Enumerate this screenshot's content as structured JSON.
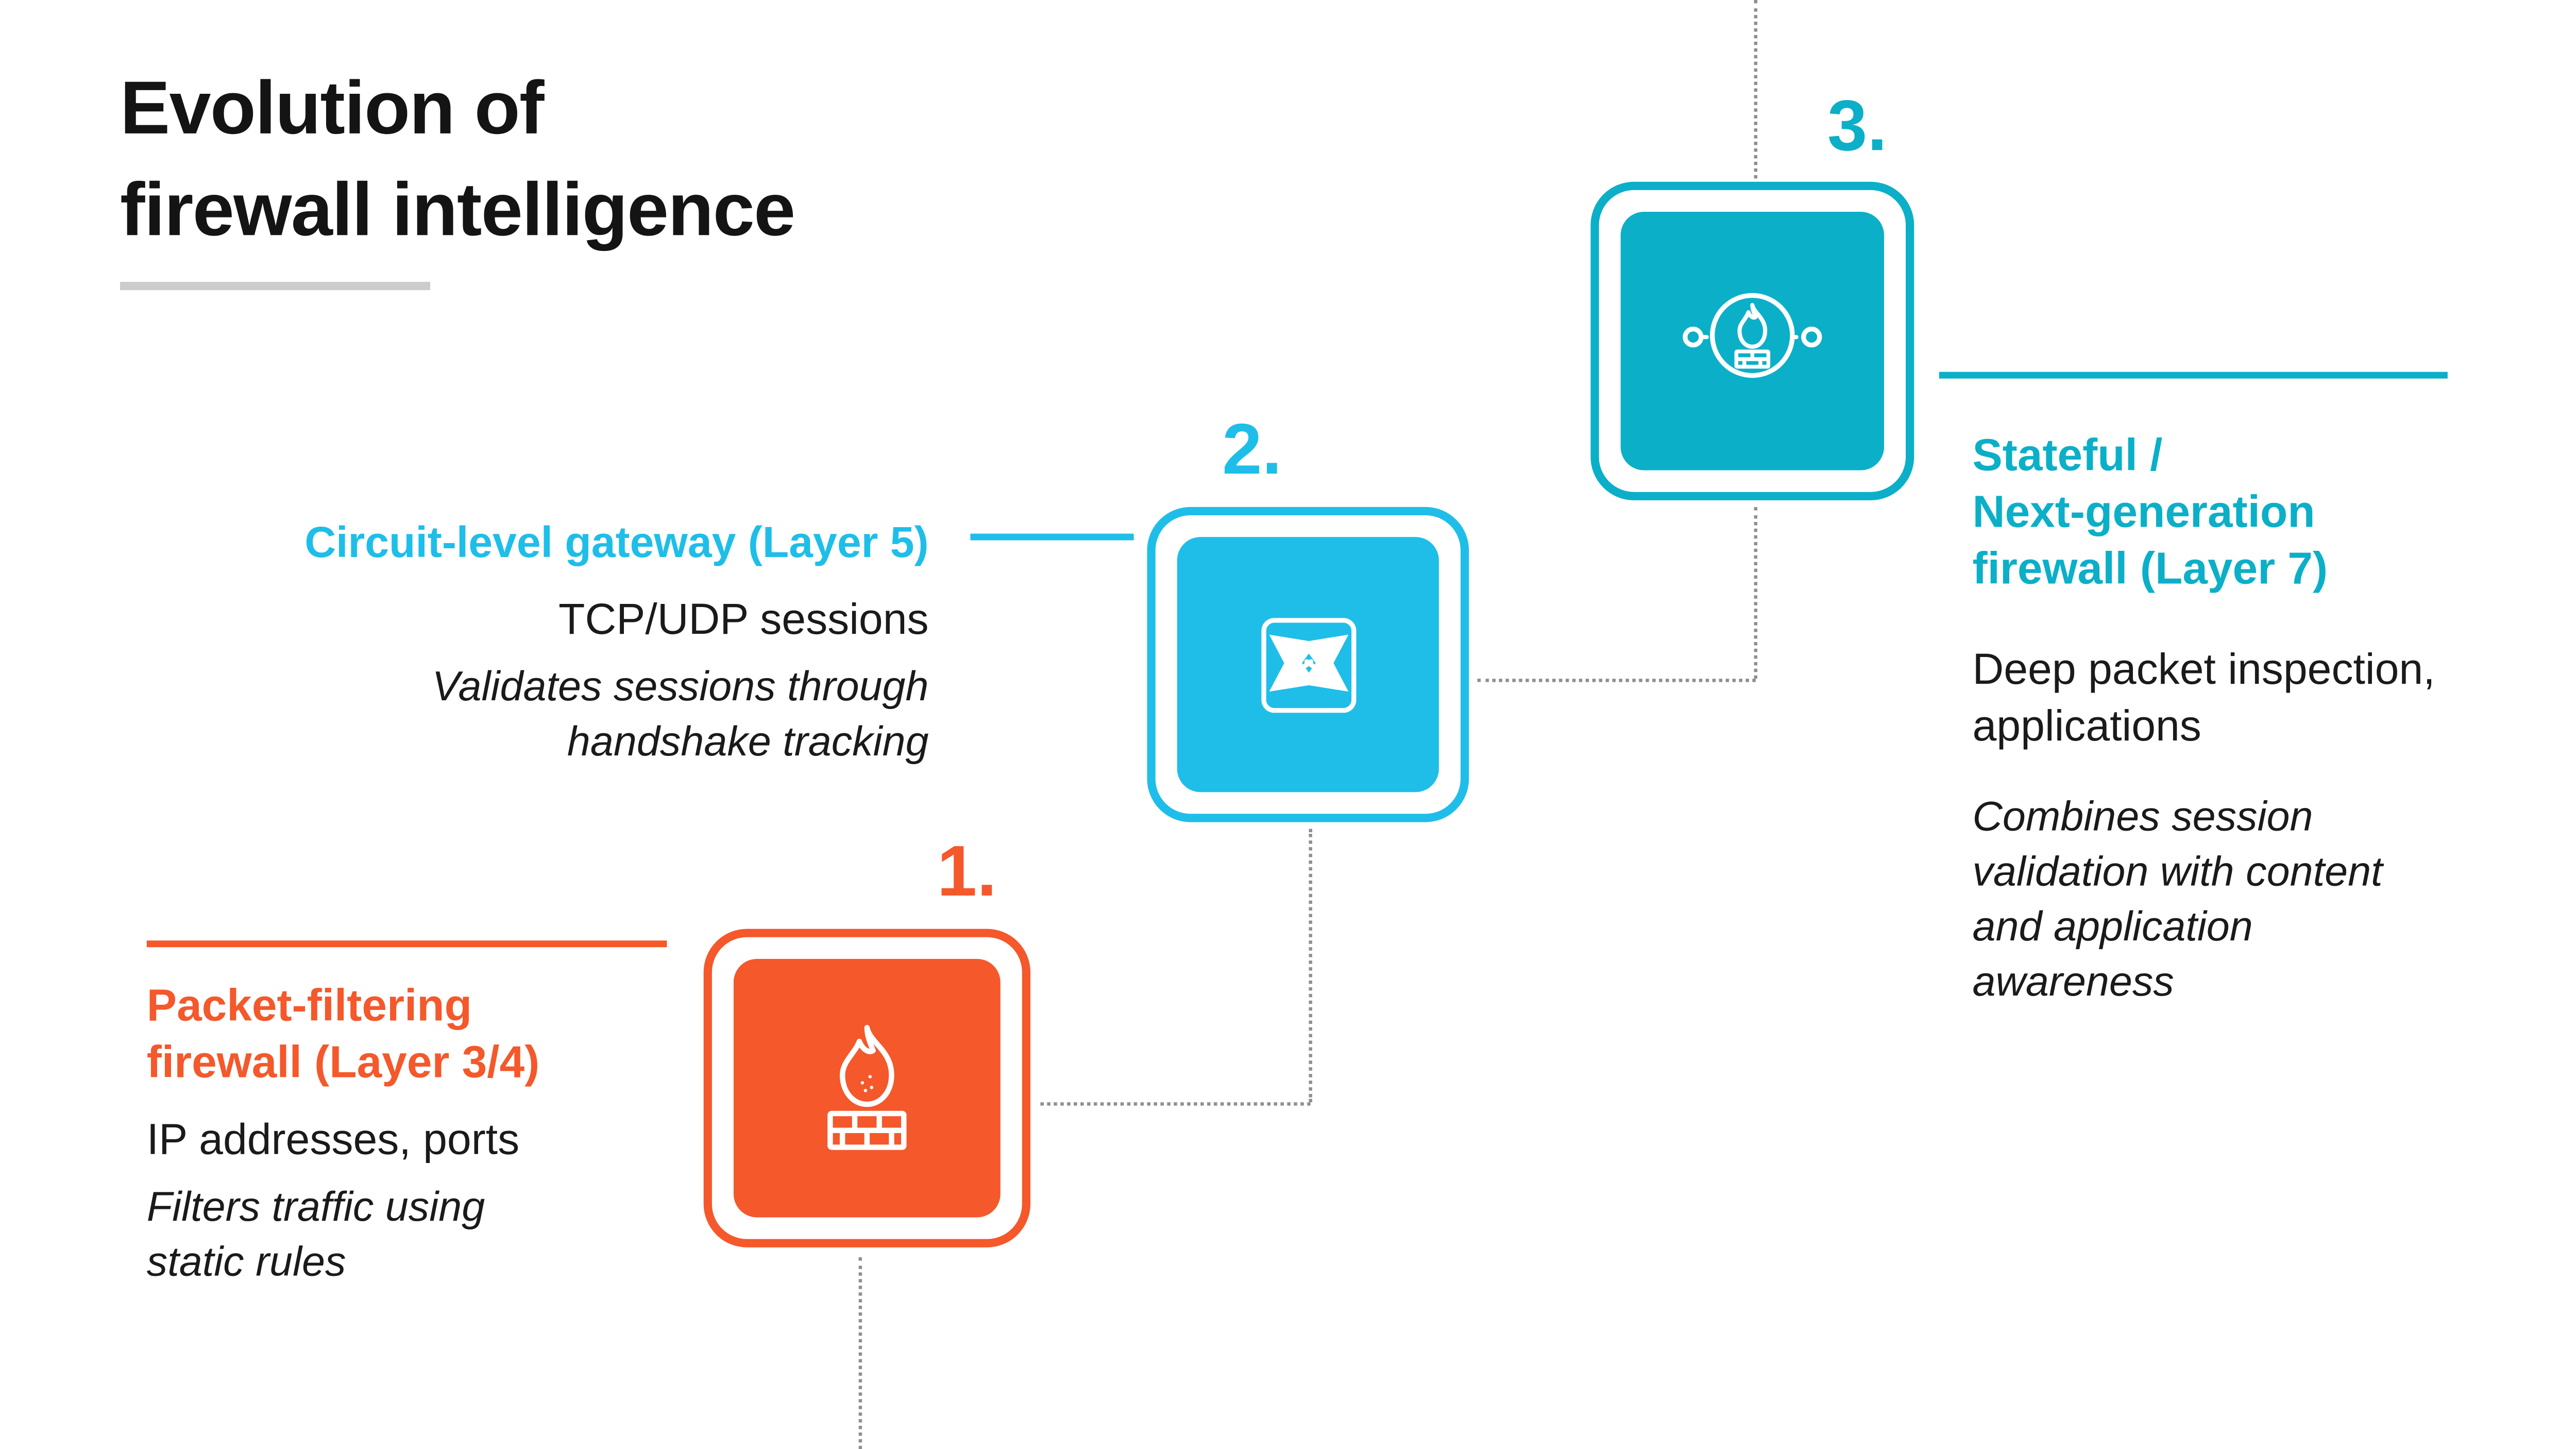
{
  "title": {
    "lines": [
      "Evolution of",
      "firewall intelligence"
    ]
  },
  "colors": {
    "stage1_orange": "#F4582B",
    "stage2_cyan": "#1EBEE9",
    "stage3_teal": "#0BAFC8",
    "text_dark": "#1A1A1A",
    "connector_gray": "#8F8F8F",
    "divider_gray": "#CCCCCC",
    "background": "#FFFFFF"
  },
  "stages": [
    {
      "number": "1.",
      "icon": "flame-brick-wall-icon",
      "heading_lines": [
        "Packet-filtering",
        "firewall (Layer 3/4)"
      ],
      "subheading_lines": [
        "IP addresses, ports"
      ],
      "description_lines": [
        "Filters traffic using",
        "static rules"
      ]
    },
    {
      "number": "2.",
      "icon": "crossover-arrows-icon",
      "heading_lines": [
        "Circuit-level gateway (Layer 5)"
      ],
      "subheading_lines": [
        "TCP/UDP sessions"
      ],
      "description_lines": [
        "Validates sessions through",
        "handshake tracking"
      ]
    },
    {
      "number": "3.",
      "icon": "firewall-network-icon",
      "heading_lines": [
        "Stateful /",
        "Next-generation",
        "firewall (Layer 7)"
      ],
      "subheading_lines": [
        "Deep packet inspection,",
        "applications"
      ],
      "description_lines": [
        "Combines session",
        "validation with content",
        "and application",
        "awareness"
      ]
    }
  ]
}
